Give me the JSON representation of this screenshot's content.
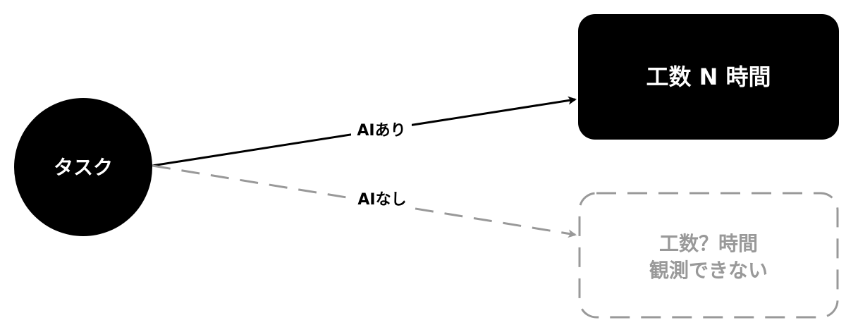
{
  "diagram": {
    "nodes": {
      "task": {
        "label": "タスク",
        "fill": "#000000",
        "text_color": "#ffffff"
      },
      "with_ai": {
        "label": "工数 N 時間",
        "fill": "#000000",
        "text_color": "#ffffff"
      },
      "without_ai": {
        "lines": [
          "工数？時間",
          "観測できない"
        ],
        "border_color": "#999999",
        "text_color": "#999999"
      }
    },
    "edges": {
      "with_ai": {
        "label": "AIあり",
        "color": "#000000",
        "style": "solid"
      },
      "without_ai": {
        "label": "AIなし",
        "color": "#999999",
        "style": "dashed"
      }
    }
  }
}
